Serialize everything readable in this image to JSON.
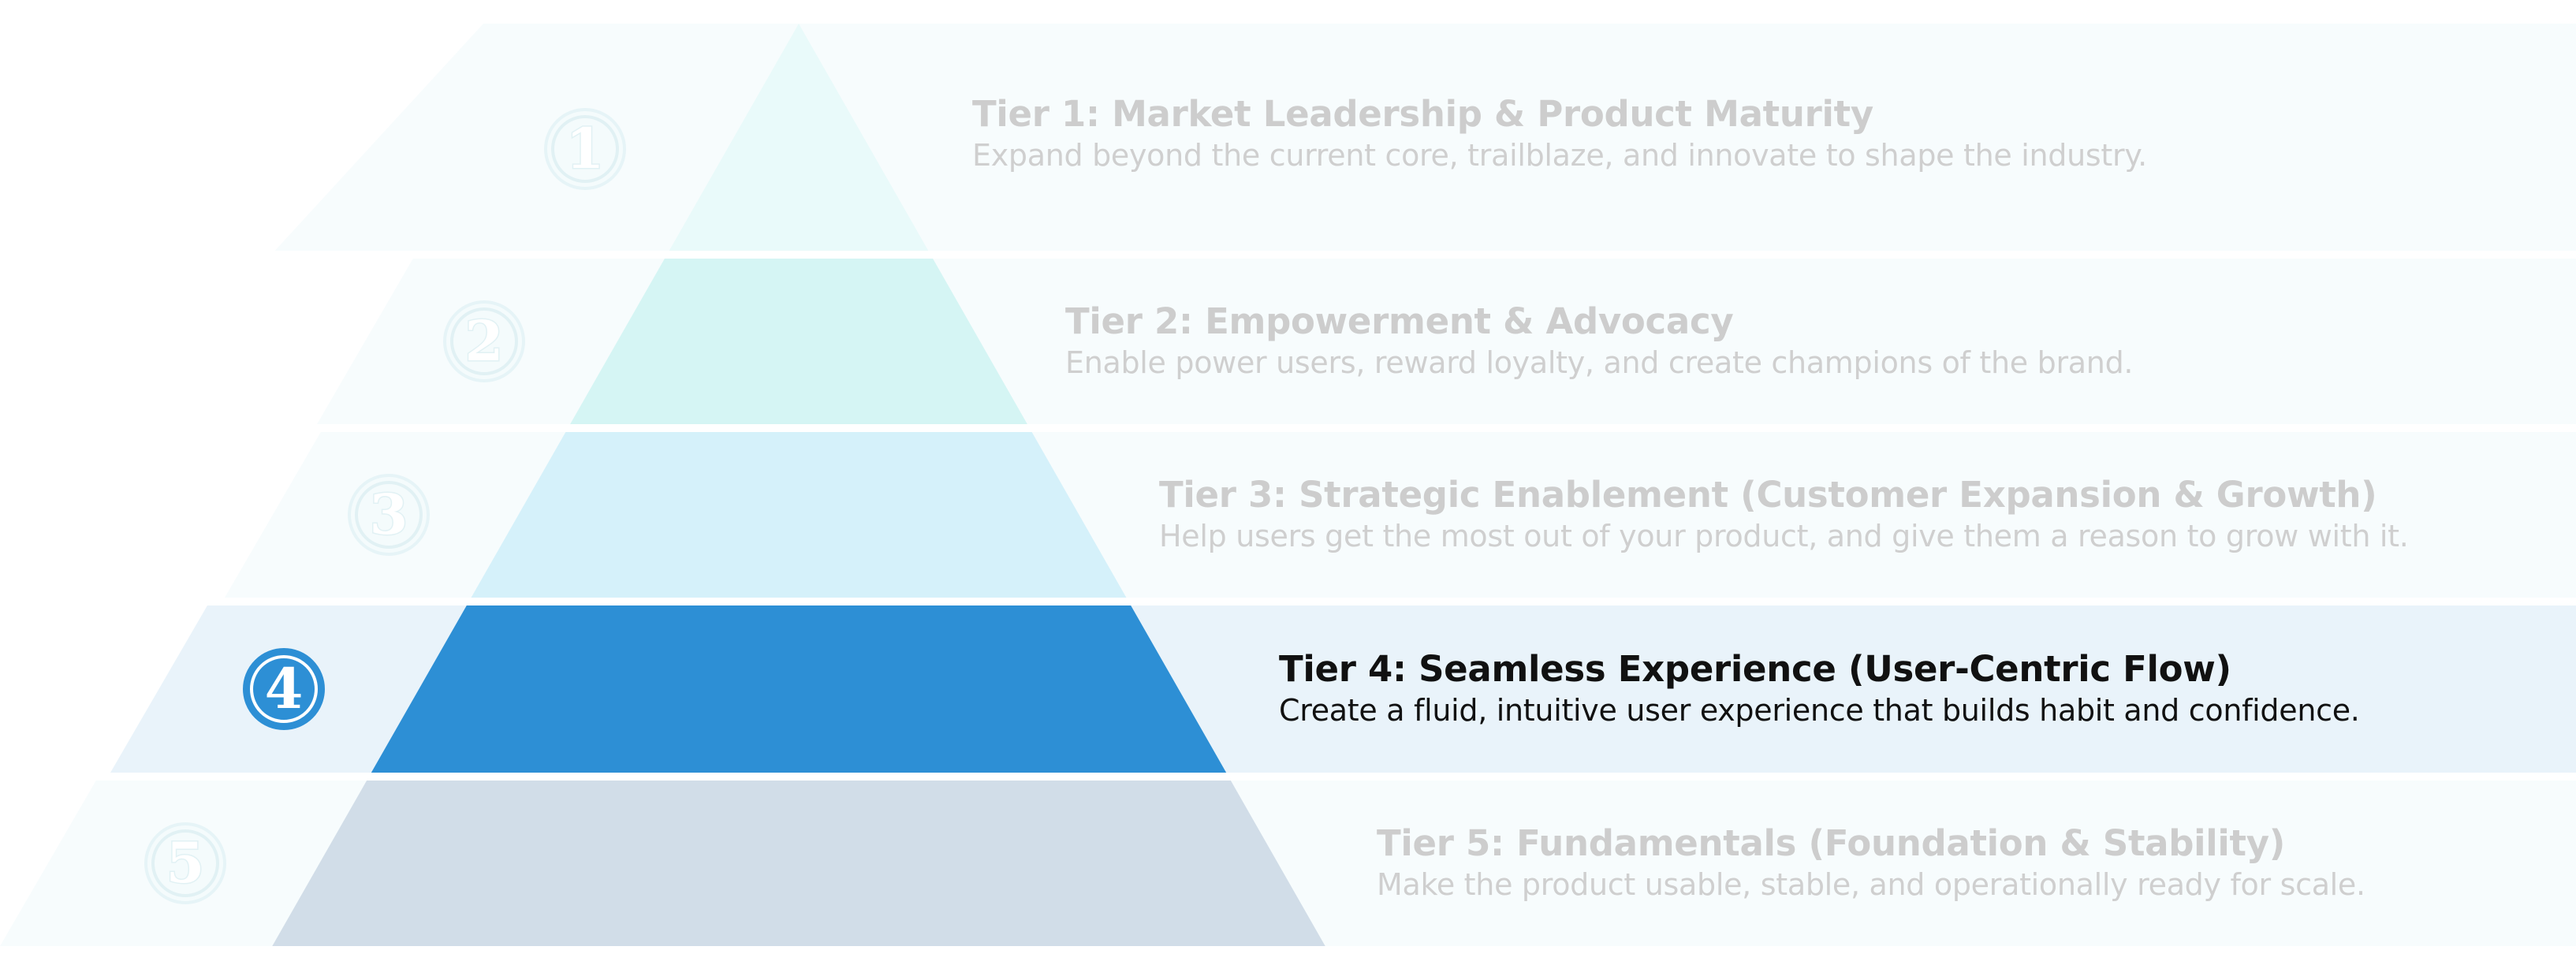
{
  "tiers": [
    {
      "number": "1",
      "title": "Tier 1: Market Leadership & Product Maturity",
      "description": "Expand beyond the current core, trailblaze, and innovate to shape the industry.",
      "color": "#e9fafa",
      "active": false
    },
    {
      "number": "2",
      "title": "Tier 2: Empowerment & Advocacy",
      "description": "Enable power users, reward loyalty, and create champions of the brand.",
      "color": "#d5f5f4",
      "active": false
    },
    {
      "number": "3",
      "title": "Tier 3: Strategic Enablement (Customer Expansion & Growth)",
      "description": "Help users get the most out of your product, and give them a reason to grow with it.",
      "color": "#d5f1fa",
      "active": false
    },
    {
      "number": "4",
      "title": "Tier 4: Seamless Experience (User-Centric Flow)",
      "description": "Create a fluid, intuitive user experience that builds habit and confidence.",
      "color": "#2d8fd5",
      "active": true
    },
    {
      "number": "5",
      "title": "Tier 5: Fundamentals (Foundation & Stability)",
      "description": "Make the product usable, stable, and operationally ready for scale.",
      "color": "#d1dde8",
      "active": false
    }
  ],
  "colors": {
    "active_band": "#e9f3fa",
    "inactive_band": "#f7fcfd",
    "active_badge": "#2d8fd5"
  }
}
